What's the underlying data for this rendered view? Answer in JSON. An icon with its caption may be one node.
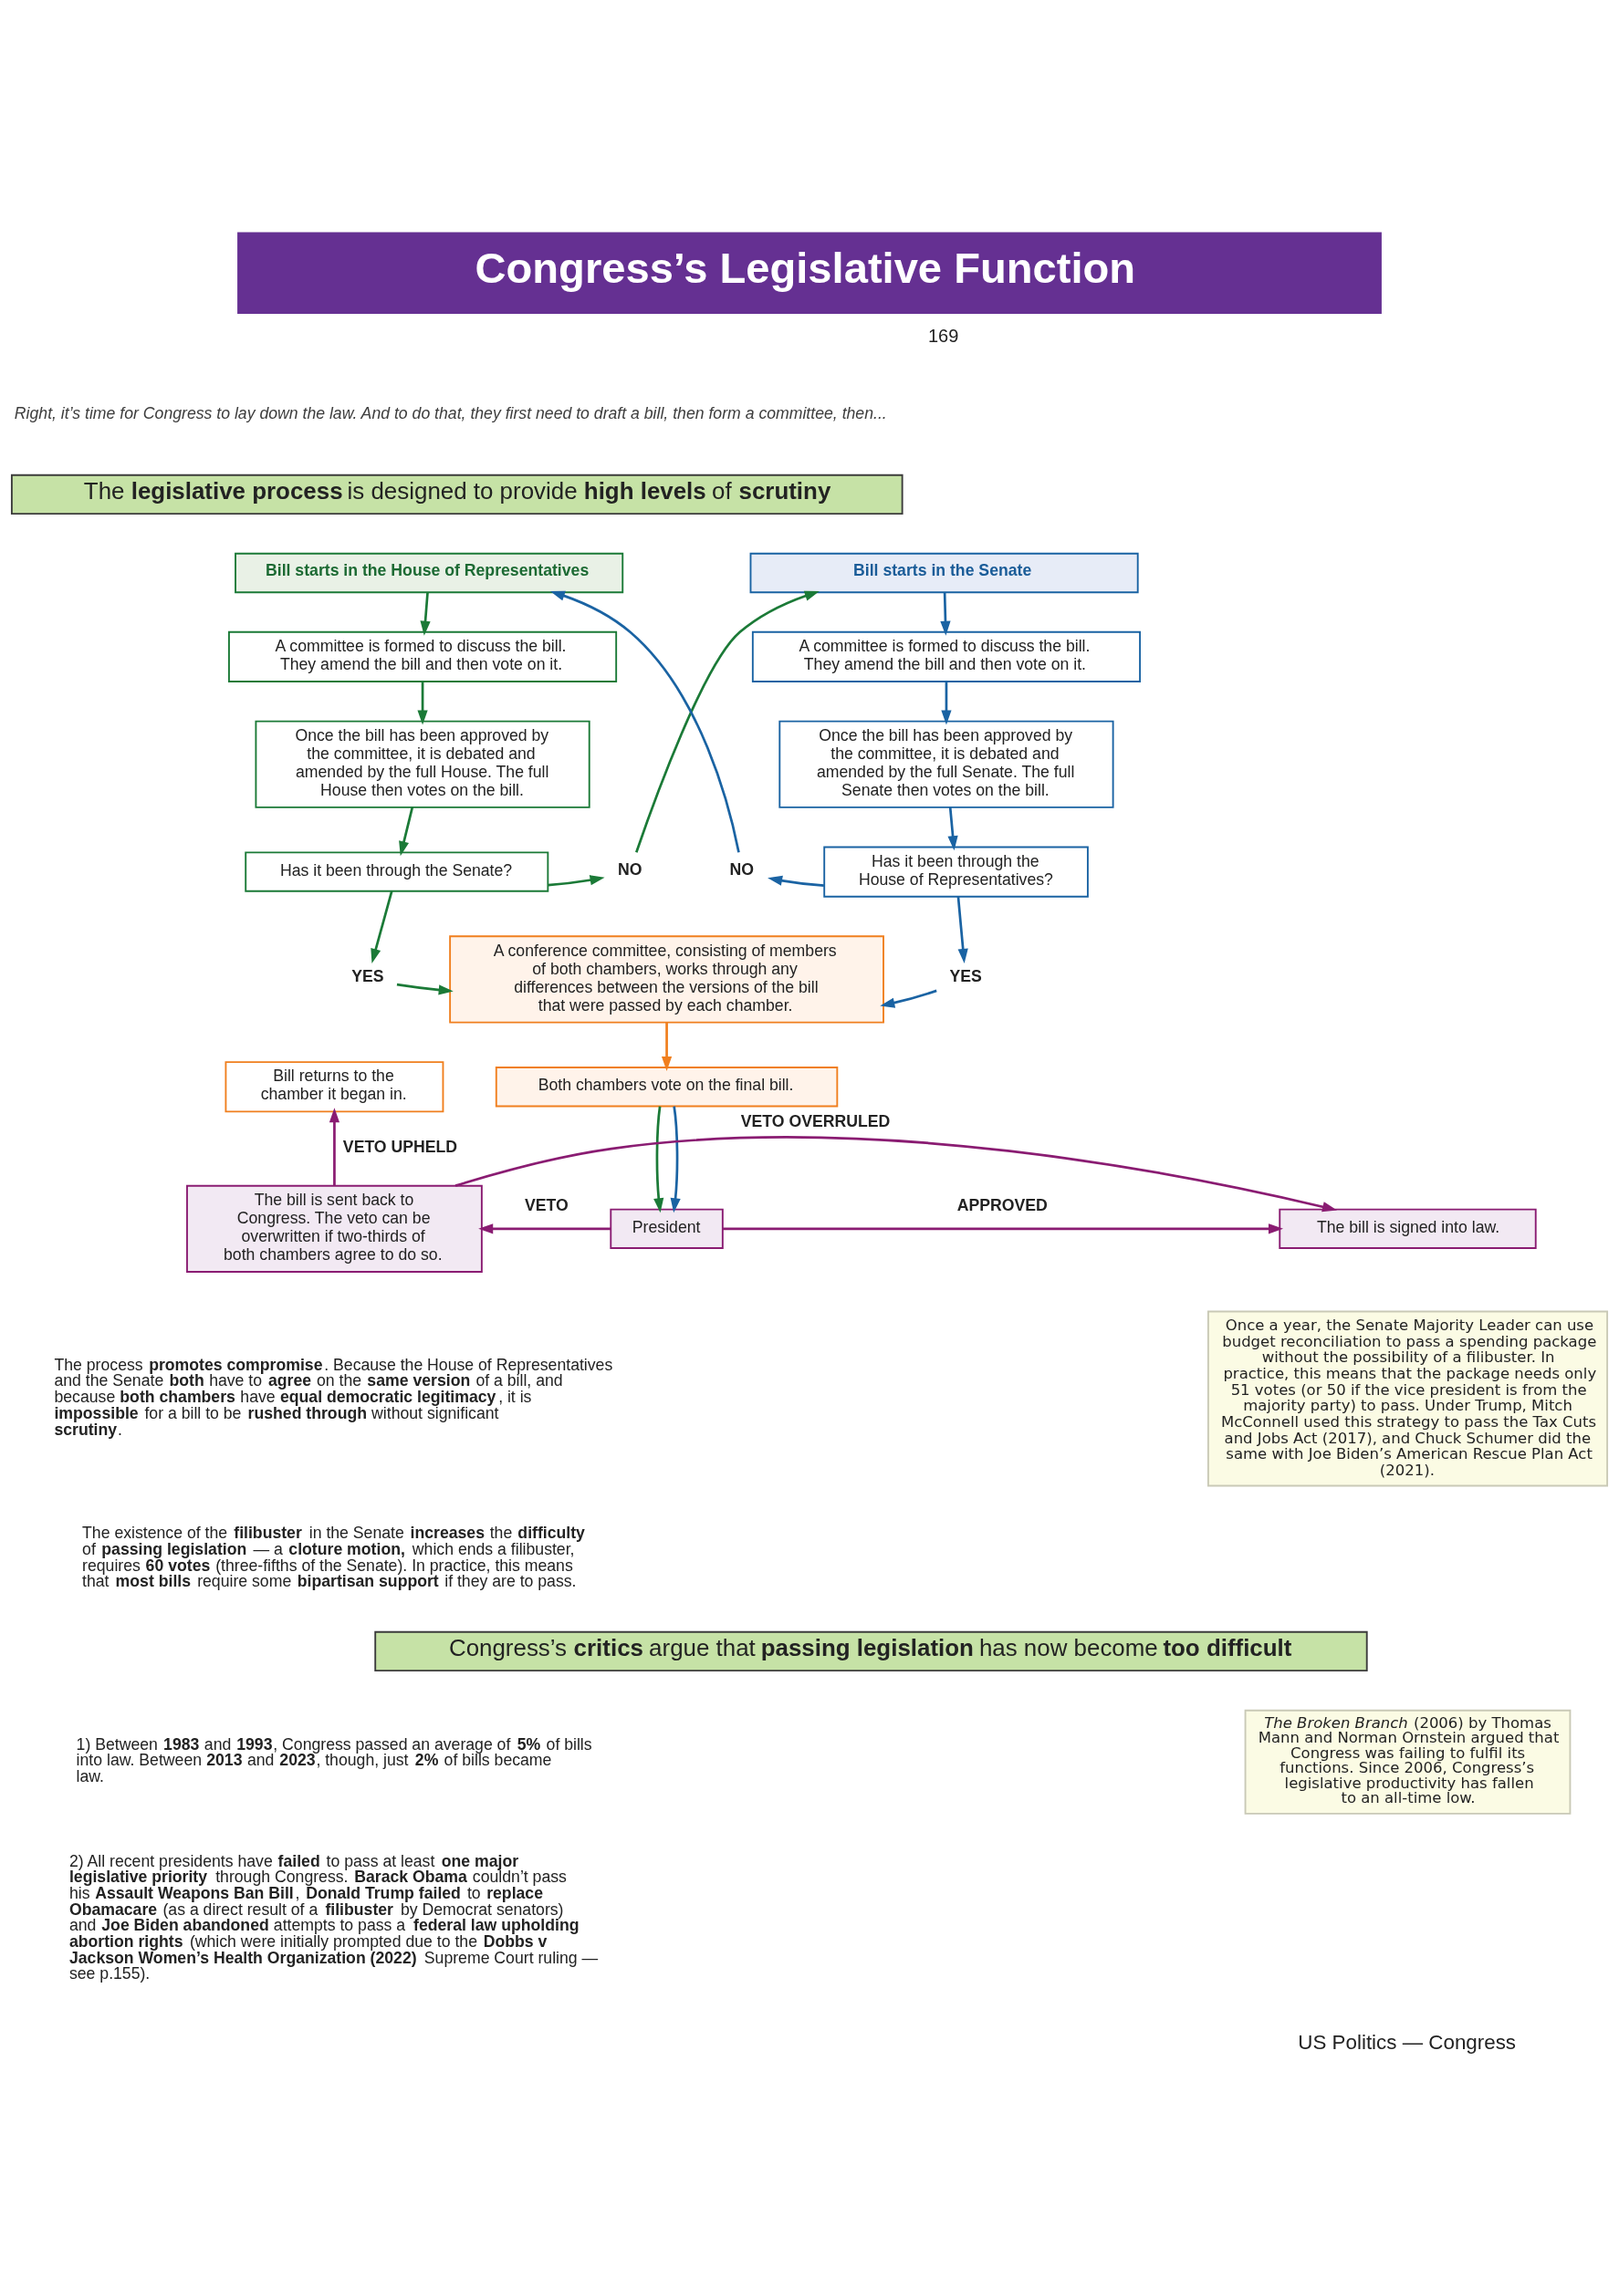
{
  "diagram": {
    "title": "Congress’s Legislative Function",
    "nodes": [
      {
        "text": [
          "The **legislative process** is designed to provide **high levels** of **scrutiny**"
        ]
      },
      {
        "text": [
          "Bill starts in the House of Representatives"
        ]
      },
      {
        "text": [
          "Bill starts in the Senate"
        ]
      },
      {
        "text": [
          "A committee is formed to discuss the bill. They amend the bill and then vote on it."
        ]
      },
      {
        "text": [
          "A committee is formed to discuss the bill. They amend the bill and then vote on it."
        ]
      },
      {
        "text": [
          "Once the bill has been approved by the committee, it is debated and amended by the full House. The full House then votes on the bill."
        ]
      },
      {
        "text": [
          "Once the bill has been approved by the committee, it is debated and amended by the full Senate. The full Senate then votes on the bill."
        ]
      },
      {
        "text": [
          "Has it been through the Senate?"
        ]
      },
      {
        "text": [
          "NO"
        ]
      },
      {
        "text": [
          "NO"
        ]
      },
      {
        "text": [
          "Has it been through the House of Representatives?"
        ]
      },
      {
        "text": [
          "YES"
        ]
      },
      {
        "text": [
          "A conference committee, consisting of members of both chambers, works through any differences between the versions of the bill that were passed by each chamber."
        ]
      },
      {
        "text": [
          "YES"
        ]
      },
      {
        "text": [
          "Bill returns to the chamber it began in."
        ]
      },
      {
        "text": [
          "Both chambers vote on the final bill."
        ]
      },
      {
        "text": [
          "The bill is sent back to Congress. The veto can be overwritten if two-thirds of both chambers agree to do so."
        ]
      },
      {
        "text": [
          "President"
        ]
      },
      {
        "text": [
          "The bill is signed into law."
        ]
      },
      {
        "text": [
          "Once a year, the Senate Majority Leader can use budget reconciliation to pass a spending package without the possibility of a filibuster. In practice, this means that the package needs only 51 votes (or 50 if the vice president is from the majority party) to pass. Under Trump, Mitch McConnell used this strategy to pass the Tax Cuts and Jobs Act (2017), and Chuck Schumer did the same with Joe Biden’s American Rescue Plan Act (2021)."
        ]
      },
      {
        "text": [
          "Congress’s **critics** argue that **passing legislation** has now become **too difficult**"
        ]
      },
      {
        "text": [
          "*The Broken Branch* (2006) by Thomas Mann and Norman Ornstein argued that Congress was failing to fulfil its functions. Since 2006, Congress’s legislative productivity has fallen to an all-time low."
        ]
      }
    ],
    "edges": [
      {
        "from": 1,
        "to": 3,
        "arrow": "to",
        "color": "#1b7a37"
      },
      {
        "from": 3,
        "to": 5,
        "arrow": "to",
        "color": "#1b7a37"
      },
      {
        "from": 5,
        "to": 7,
        "arrow": "to",
        "color": "#1b7a37"
      },
      {
        "from": 7,
        "to": 8,
        "arrow": "to",
        "color": "#1b7a37"
      },
      {
        "from": 8,
        "to": 2,
        "arrow": "to",
        "color": "#1b7a37"
      },
      {
        "from": 2,
        "to": 4,
        "arrow": "to",
        "color": "#1a63a3"
      },
      {
        "from": 4,
        "to": 6,
        "arrow": "to",
        "color": "#1a63a3"
      },
      {
        "from": 6,
        "to": 10,
        "arrow": "to",
        "color": "#1a63a3"
      },
      {
        "from": 10,
        "to": 9,
        "arrow": "to",
        "color": "#1a63a3"
      },
      {
        "from": 9,
        "to": 1,
        "arrow": "to",
        "color": "#1a63a3"
      },
      {
        "from": 7,
        "to": 11,
        "arrow": "to",
        "color": "#1b7a37"
      },
      {
        "from": 11,
        "to": 12,
        "arrow": "to",
        "color": "#1b7a37"
      },
      {
        "from": 10,
        "to": 13,
        "arrow": "to",
        "color": "#1a63a3"
      },
      {
        "from": 13,
        "to": 12,
        "arrow": "to",
        "color": "#1a63a3"
      },
      {
        "from": 12,
        "to": 15,
        "arrow": "to",
        "color": "#f07f1e"
      },
      {
        "from": 15,
        "to": 17,
        "arrow": "to",
        "color": "#1b7a37"
      },
      {
        "from": 15,
        "to": 17,
        "arrow": "to",
        "color": "#1a63a3"
      },
      {
        "from": 17,
        "to": 16,
        "arrow": "to",
        "label": "VETO",
        "color": "#8a1c72"
      },
      {
        "from": 17,
        "to": 18,
        "arrow": "to",
        "label": "APPROVED",
        "color": "#8a1c72"
      },
      {
        "from": 16,
        "to": 14,
        "arrow": "to",
        "label": "VETO UPHELD",
        "color": "#8a1c72"
      },
      {
        "from": 16,
        "to": 18,
        "arrow": "to",
        "label": "VETO OVERRULED",
        "color": "#8a1c72"
      }
    ],
    "labels": [
      "169",
      "Right, it’s time for Congress to lay down the law. And to do that, they first need to draft a bill, then form a committee, then...",
      "The process **promotes compromise**. Because the House of Representatives and the Senate **both** have to **agree** on the **same version** of a bill, and because **both chambers** have **equal democratic legitimacy**, it is **impossible** for a bill to be **rushed through** without significant **scrutiny**.",
      "The existence of the **filibuster** in the Senate **increases** the **difficulty** of **passing legislation** — a **cloture motion,** which ends a filibuster, requires **60 votes** (three-fifths of the Senate). In practice, this means that **most bills** require some **bipartisan support** if they are to pass.",
      "1) Between **1983** and **1993**, Congress passed an average of **5%** of bills into law. Between **2013** and **2023**, though, just **2%** of bills became law.",
      "2) All recent presidents have **failed** to pass at least **one major legislative priority** through Congress. **Barack Obama** couldn’t pass his **Assault Weapons Ban Bill**, **Donald Trump failed** to **replace Obamacare** (as a direct result of a **filibuster** by Democrat senators) and **Joe Biden abandoned** attempts to pass a **federal law upholding abortion rights** (which were initially prompted due to the **Dobbs v Jackson Women’s Health Organization (2022)** Supreme Court ruling — see p.155).",
      "US Politics — Congress"
    ]
  }
}
